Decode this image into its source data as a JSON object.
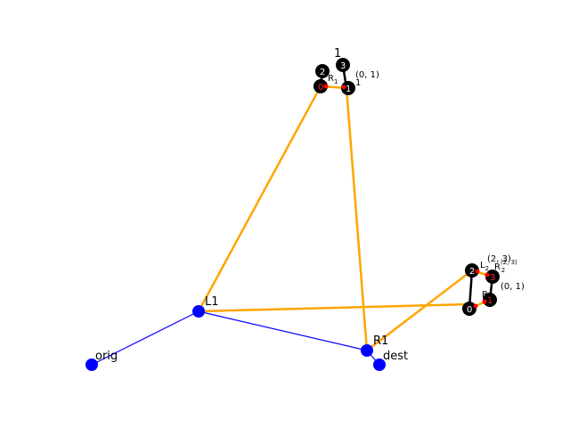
{
  "colors": {
    "blue_node": "#0000ff",
    "blue_edge": "#0000ff",
    "orange_edge": "#ffa500",
    "black_node": "#000000",
    "white_text": "#ffffff",
    "red_marker": "#ff0000"
  },
  "nodes": {
    "orig": {
      "label": "orig"
    },
    "dest": {
      "label": "dest"
    },
    "L1": {
      "label": "L1"
    },
    "R1": {
      "label": "R1"
    }
  },
  "cluster_top": {
    "title": "1",
    "n0": "0",
    "n1": "1",
    "n2": "2",
    "n3": "3",
    "lbl_a": "R",
    "lbl_a_sub": "1",
    "lbl_b_sup": "(0, 1)",
    "lbl_c_sub": "1"
  },
  "cluster_right": {
    "n0": "0",
    "n1": "1",
    "n2": "2",
    "n3": "3",
    "lbl_sup_a": "(2, 3)",
    "lbl_b": "L",
    "lbl_b_sub": "2",
    "lbl_r": "R",
    "lbl_r_sup": "(2, 3)",
    "lbl_r_sub": "2",
    "lbl_c_sup": "(0, 1)",
    "lbl_d": "R",
    "lbl_d_sub": "2"
  }
}
